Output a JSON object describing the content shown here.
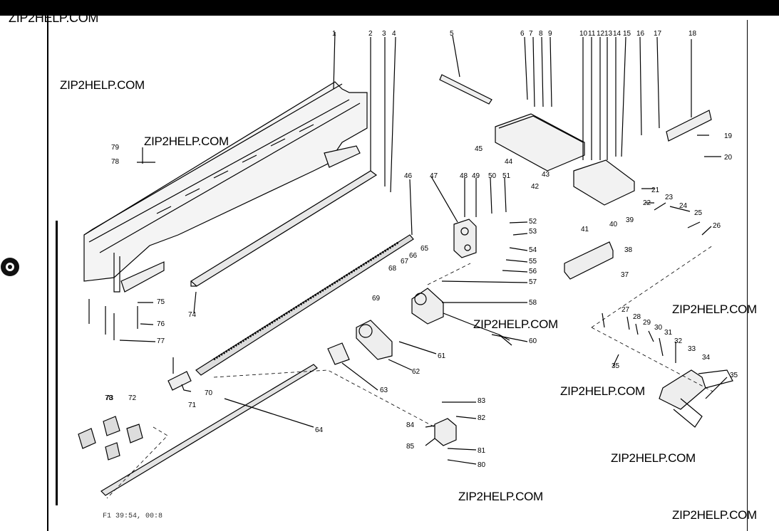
{
  "watermarks": {
    "top": "ZIP2HELP.COM",
    "w1": "ZIP2HELP.COM",
    "w2": "ZIP2HELP.COM",
    "w3": "ZIP2HELP.COM",
    "w4": "ZIP2HELP.COM",
    "w5": "ZIP2HELP.COM",
    "w6": "ZIP2HELP.COM",
    "w7": "ZIP2HELP.COM",
    "w8": "ZIP2HELP.COM"
  },
  "footer": "F1 39:54, 00:8",
  "part_labels": [
    "1",
    "2",
    "3",
    "4",
    "5",
    "6",
    "7",
    "8",
    "9",
    "10",
    "11",
    "12",
    "13",
    "14",
    "15",
    "16",
    "17",
    "18",
    "19",
    "20",
    "21",
    "22",
    "23",
    "24",
    "25",
    "26",
    "27",
    "28",
    "29",
    "30",
    "31",
    "32",
    "33",
    "34",
    "35",
    "35",
    "37",
    "38",
    "39",
    "40",
    "41",
    "42",
    "43",
    "44",
    "45",
    "46",
    "47",
    "48",
    "49",
    "50",
    "51",
    "52",
    "53",
    "54",
    "55",
    "56",
    "57",
    "58",
    "60",
    "61",
    "62",
    "63",
    "64",
    "65",
    "66",
    "67",
    "68",
    "69",
    "70",
    "71",
    "72",
    "73",
    "74",
    "75",
    "76",
    "77",
    "78",
    "78",
    "79",
    "80",
    "81",
    "82",
    "83",
    "84",
    "85"
  ],
  "colors": {
    "ink": "#000000",
    "paper": "#ffffff"
  }
}
